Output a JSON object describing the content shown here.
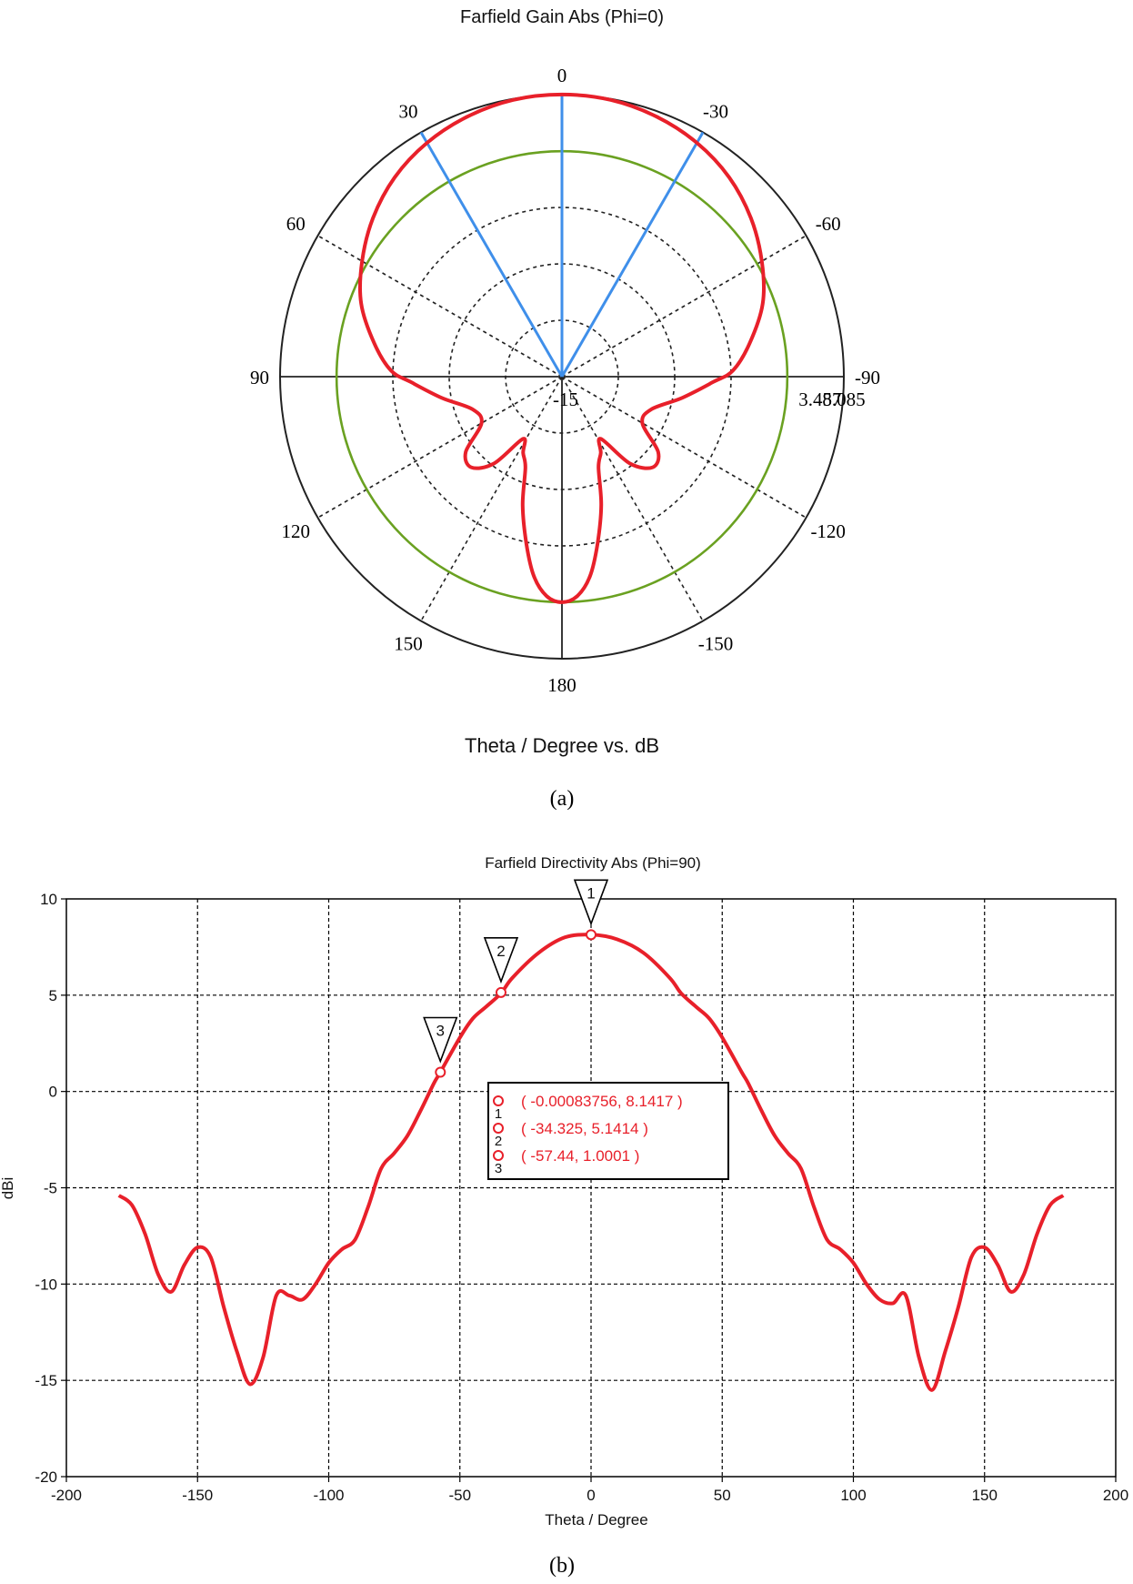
{
  "chart_data": [
    {
      "type": "polar",
      "title": "Farfield Gain Abs (Phi=0)",
      "xlabel": "Theta / Degree vs. dB",
      "caption": "(a)",
      "angle_labels": [
        "0",
        "30",
        "60",
        "90",
        "120",
        "150",
        "180",
        "-150",
        "-120",
        "-90",
        "-60",
        "-30"
      ],
      "radial_labels": [
        "-15",
        "3.457",
        "8.085"
      ],
      "radial_range_db": [
        -15,
        8.085
      ],
      "reference_circle_db": 3.457,
      "beam_lines_deg": [
        0,
        30,
        -30
      ],
      "grid": true,
      "colors": {
        "trace": "#e8202a",
        "reference": "#6aa121",
        "beam": "#3f8fea",
        "grid": "#222222"
      },
      "series": [
        {
          "theta": [
            0,
            10,
            20,
            30,
            40,
            50,
            60,
            70,
            80,
            88,
            92,
            100,
            110,
            120,
            128,
            135,
            142,
            148,
            153,
            158,
            163,
            168,
            172,
            176,
            180,
            -176,
            -172,
            -168,
            -163,
            -158,
            -153,
            -148,
            -142,
            -135,
            -128,
            -120,
            -110,
            -100,
            -92,
            -88,
            -80,
            -70,
            -60,
            -50,
            -40,
            -30,
            -20,
            -10
          ],
          "gain_db": [
            8.09,
            8.0,
            7.65,
            7.1,
            6.3,
            5.2,
            3.9,
            2.5,
            0.6,
            -1.0,
            -2.6,
            -5.0,
            -7.2,
            -7.4,
            -5.0,
            -4.5,
            -6.0,
            -9.0,
            -8.0,
            -7.0,
            -4.0,
            -1.0,
            1.5,
            3.0,
            3.46,
            3.0,
            1.5,
            -1.0,
            -4.0,
            -7.0,
            -8.0,
            -9.0,
            -6.0,
            -4.5,
            -5.0,
            -7.4,
            -7.2,
            -5.0,
            -2.6,
            -1.0,
            0.6,
            2.5,
            3.9,
            5.2,
            6.3,
            7.1,
            7.65,
            8.0
          ]
        }
      ]
    },
    {
      "type": "line",
      "title": "Farfield Directivity Abs (Phi=90)",
      "xlabel": "Theta / Degree",
      "ylabel": "dBi",
      "caption": "(b)",
      "xlim": [
        -200,
        200
      ],
      "ylim": [
        -20,
        10
      ],
      "xticks": [
        "-200",
        "-150",
        "-100",
        "-50",
        "0",
        "50",
        "100",
        "150",
        "200"
      ],
      "yticks": [
        "10",
        "5",
        "0",
        "-5",
        "-10",
        "-15",
        "-20"
      ],
      "grid": true,
      "colors": {
        "trace": "#e8202a"
      },
      "series": [
        {
          "x": [
            -180,
            -175,
            -170,
            -165,
            -160,
            -155,
            -150,
            -145,
            -140,
            -135,
            -130,
            -125,
            -120,
            -115,
            -110,
            -105,
            -100,
            -95,
            -90,
            -85,
            -80,
            -75,
            -70,
            -65,
            -60,
            -57.44,
            -50,
            -45,
            -40,
            -34.325,
            -30,
            -20,
            -10,
            0,
            10,
            20,
            30,
            34.325,
            40,
            45,
            50,
            57.44,
            60,
            65,
            70,
            75,
            80,
            85,
            90,
            95,
            100,
            105,
            110,
            115,
            120,
            125,
            130,
            135,
            140,
            145,
            150,
            155,
            160,
            165,
            170,
            175,
            180
          ],
          "y": [
            -5.4,
            -5.9,
            -7.4,
            -9.5,
            -10.4,
            -9.0,
            -8.1,
            -8.6,
            -11.2,
            -13.5,
            -15.2,
            -13.8,
            -10.6,
            -10.6,
            -10.8,
            -10.0,
            -8.9,
            -8.2,
            -7.7,
            -6.0,
            -4.0,
            -3.2,
            -2.3,
            -1.0,
            0.4,
            1.0,
            2.8,
            3.8,
            4.4,
            5.1,
            5.9,
            7.2,
            8.0,
            8.1417,
            7.9,
            7.2,
            5.9,
            5.1,
            4.4,
            3.8,
            2.8,
            1.0,
            0.4,
            -1.0,
            -2.3,
            -3.2,
            -4.0,
            -6.0,
            -7.7,
            -8.2,
            -8.9,
            -10.0,
            -10.8,
            -11.0,
            -10.6,
            -13.8,
            -15.5,
            -13.5,
            -11.2,
            -8.6,
            -8.1,
            -9.0,
            -10.4,
            -9.5,
            -7.4,
            -5.9,
            -5.4
          ]
        }
      ],
      "markers": [
        {
          "id": "1",
          "x": -0.00083756,
          "y": 8.1417,
          "label": "( -0.00083756, 8.1417 )"
        },
        {
          "id": "2",
          "x": -34.325,
          "y": 5.1414,
          "label": "( -34.325, 5.1414 )"
        },
        {
          "id": "3",
          "x": -57.44,
          "y": 1.0001,
          "label": "( -57.44, 1.0001 )"
        }
      ]
    }
  ]
}
